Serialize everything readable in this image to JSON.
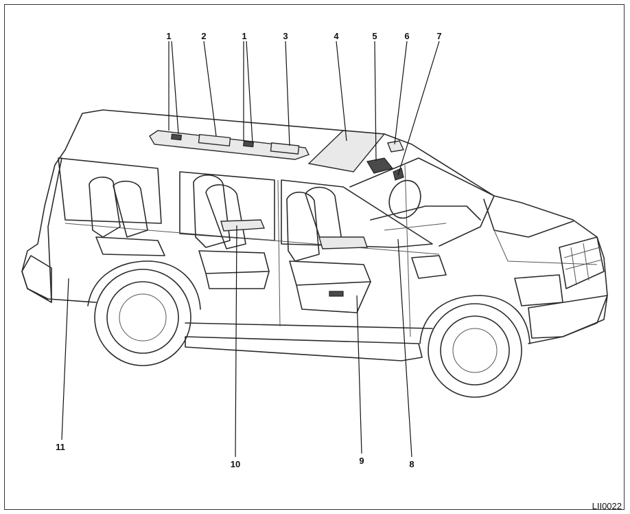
{
  "figure": {
    "code": "LII0022"
  },
  "callouts": [
    {
      "id": "c1a",
      "label": "1"
    },
    {
      "id": "c2",
      "label": "2"
    },
    {
      "id": "c1b",
      "label": "1"
    },
    {
      "id": "c3",
      "label": "3"
    },
    {
      "id": "c4",
      "label": "4"
    },
    {
      "id": "c5",
      "label": "5"
    },
    {
      "id": "c6",
      "label": "6"
    },
    {
      "id": "c7",
      "label": "7"
    },
    {
      "id": "c8",
      "label": "8"
    },
    {
      "id": "c9",
      "label": "9"
    },
    {
      "id": "c10",
      "label": "10"
    },
    {
      "id": "c11",
      "label": "11"
    }
  ]
}
